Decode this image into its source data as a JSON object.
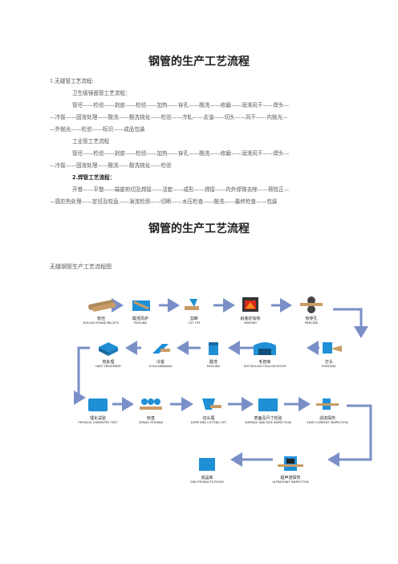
{
  "titles": {
    "main": "钢管的生产工艺流程",
    "second": "钢管的生产工艺流程"
  },
  "text": {
    "seamless_heading": "1.无缝管工艺流程:",
    "hygiene_heading": "卫生级镜面管工艺流程：",
    "hygiene_l1": "管坯——检验——剥皮——检验——加热——穿孔——酸洗——修磨——润滑风干——焊头—",
    "hygiene_l2": "—冷拔——固溶处理——酸洗——酸洗钝化——检验——冷轧——去油——切头——风干——内抛光—",
    "hygiene_l3": "—外抛光——检验——标识——成品包装",
    "industrial_heading": "工业管工艺流程",
    "industrial_l1": "管坯——检验——剥皮——检验——加热——穿孔——酸洗——修磨——润滑风干——焊头—",
    "industrial_l2": "—冷拔——固溶处理——酸洗——酸洗钝化——检验",
    "welded_heading": "2.焊管工艺流程：",
    "welded_l1": "开卷——平整——端部剪切及焊接——活套——成形——焊接——内外焊珠去除——预校正—",
    "welded_l2": "—感应热处理——定径及校直——涡流检测——切断——水压检查——酸洗——最终检查——包装"
  },
  "diagram_caption": "无缝钢管生产工艺流程图",
  "flow": {
    "row1": [
      {
        "zh": "管坯",
        "en": "ROLLED ROUND BILLETS",
        "icon": "billet-icon"
      },
      {
        "zh": "酸洗风炉",
        "en": "PICKLING",
        "icon": "pickling-icon"
      },
      {
        "zh": "剪断",
        "en": "CUT OFF",
        "icon": "cutoff-icon"
      },
      {
        "zh": "斜底炉加热",
        "en": "HEATING",
        "icon": "furnace-icon"
      },
      {
        "zh": "热穿孔",
        "en": "PIERCING",
        "icon": "piercing-icon"
      }
    ],
    "row2": [
      {
        "zh": "热处理",
        "en": "HEAT TREATMENT",
        "icon": "heat-treatment-icon"
      },
      {
        "zh": "冷拔",
        "en": "COLD-DRAWING",
        "icon": "cold-drawing-icon"
      },
      {
        "zh": "酸洗",
        "en": "PICKLING",
        "icon": "pickling-tank-icon"
      },
      {
        "zh": "毛管库",
        "en": "HOT-ROLLED HOLLOW ROOM",
        "icon": "hollow-room-icon"
      },
      {
        "zh": "打头",
        "en": "POINTING",
        "icon": "pointing-icon"
      }
    ],
    "row3": [
      {
        "zh": "理化试验",
        "en": "PHYSICAL CHEMISTRY TEST",
        "icon": "lab-test-icon"
      },
      {
        "zh": "矫直",
        "en": "STRAIG HTENING",
        "icon": "straightening-icon"
      },
      {
        "zh": "切头尾",
        "en": "DORP END CUTTING OFF",
        "icon": "end-cutting-icon"
      },
      {
        "zh": "表面及尺寸检验",
        "en": "SURFACE AND SIZE INSPECTION",
        "icon": "surface-inspection-icon"
      },
      {
        "zh": "涡流探伤",
        "en": "EDDY CURRENT INSPECTION",
        "icon": "eddy-current-icon"
      }
    ],
    "row4": [
      {
        "zh": "成品库",
        "en": "END PRODUCTS ROOM",
        "icon": "warehouse-icon"
      },
      {
        "zh": "超声波探伤",
        "en": "ULTRASONIT INSPECTION",
        "icon": "ultrasonic-icon"
      }
    ]
  },
  "colors": {
    "arrow": "#7a8fc7",
    "icon_blue": "#1f8fd6",
    "icon_brown": "#b08a5a"
  }
}
